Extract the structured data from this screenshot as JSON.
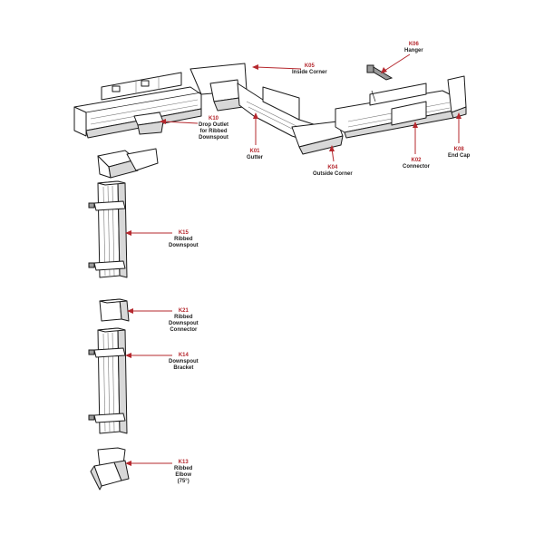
{
  "parts": [
    {
      "id": "k05",
      "code": "K05",
      "name": [
        "Inside Corner"
      ]
    },
    {
      "id": "k06",
      "code": "K06",
      "name": [
        "Hanger"
      ]
    },
    {
      "id": "k10",
      "code": "K10",
      "name": [
        "Drop Outlet",
        "for Ribbed",
        "Downspout"
      ]
    },
    {
      "id": "k01",
      "code": "K01",
      "name": [
        "Gutter"
      ]
    },
    {
      "id": "k04",
      "code": "K04",
      "name": [
        "Outside Corner"
      ]
    },
    {
      "id": "k02",
      "code": "K02",
      "name": [
        "Connector"
      ]
    },
    {
      "id": "k08",
      "code": "K08",
      "name": [
        "End Cap"
      ]
    },
    {
      "id": "k15",
      "code": "K15",
      "name": [
        "Ribbed",
        "Downspout"
      ]
    },
    {
      "id": "k21",
      "code": "K21",
      "name": [
        "Ribbed",
        "Downspout",
        "Connector"
      ]
    },
    {
      "id": "k14",
      "code": "K14",
      "name": [
        "Downspout",
        "Bracket"
      ]
    },
    {
      "id": "k13",
      "code": "K13",
      "name": [
        "Ribbed",
        "Elbow",
        "(75°)"
      ]
    }
  ],
  "colors": {
    "label_code": "#b5282e",
    "label_name": "#222222",
    "arrow": "#b5282e",
    "line": "#1a1a1a"
  }
}
